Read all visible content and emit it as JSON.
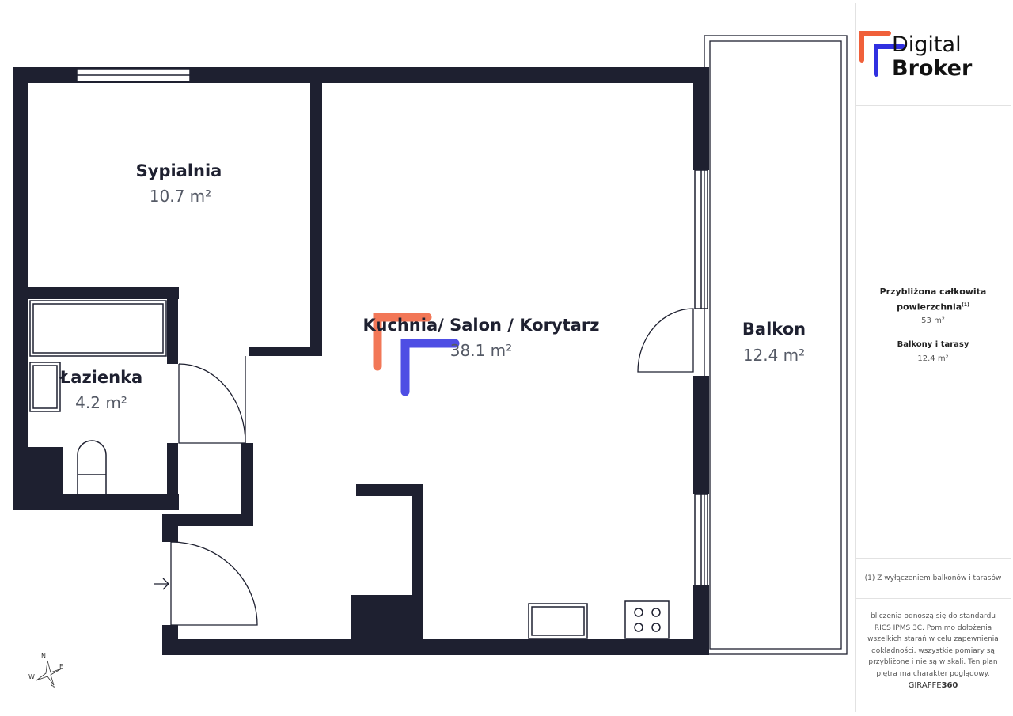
{
  "rooms": {
    "bedroom": {
      "name": "Sypialnia",
      "area": "10.7 m²"
    },
    "bathroom": {
      "name": "Łazienka",
      "area": "4.2 m²"
    },
    "living": {
      "name": "Kuchnia/ Salon / Korytarz",
      "area": "38.1 m²"
    },
    "balcony": {
      "name": "Balkon",
      "area": "12.4 m²"
    }
  },
  "compass": {
    "n": "N",
    "e": "E",
    "s": "S",
    "w": "W"
  },
  "panel": {
    "logo_line1": "Digital",
    "logo_line2": "Broker",
    "total_label": "Przybliżona całkowita powierzchnia",
    "total_sup": "(1)",
    "total_value": "53 m²",
    "balcony_label": "Balkony i tarasy",
    "balcony_value": "12.4 m²",
    "footnote": "(1) Z wyłączeniem balkonów i tarasów",
    "disclaimer": "bliczenia odnoszą się do standardu RICS IPMS 3C. Pomimo dołożenia wszelkich starań w celu zapewnienia dokładności, wszystkie pomiary są przybliżone i nie są w skali. Ten plan piętra ma charakter poglądowy.",
    "brand_a": "GIRAFFE",
    "brand_b": "360"
  },
  "colors": {
    "wall": "#1e2030",
    "logo_orange": "#f0603a",
    "logo_blue": "#3030e0"
  }
}
